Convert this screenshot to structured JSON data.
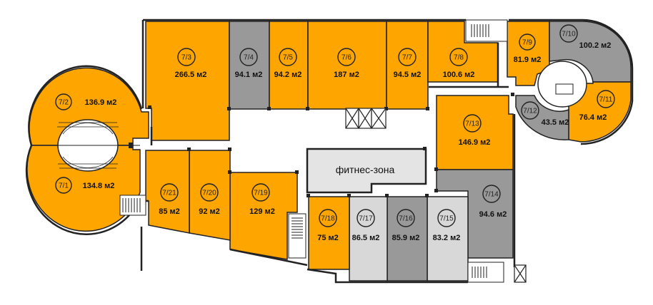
{
  "colors": {
    "available": "#ffa500",
    "occupied": "#999999",
    "reserved": "#d8d8d8",
    "amenity": "#e4e4e4",
    "outline": "#222222"
  },
  "amenity": {
    "label": "фитнес-зона"
  },
  "units": [
    {
      "code": "7/1",
      "area": "134.8 м2",
      "status": "available"
    },
    {
      "code": "7/2",
      "area": "136.9 м2",
      "status": "available"
    },
    {
      "code": "7/3",
      "area": "266.5 м2",
      "status": "available"
    },
    {
      "code": "7/4",
      "area": "94.1 м2",
      "status": "occupied"
    },
    {
      "code": "7/5",
      "area": "94.2 м2",
      "status": "available"
    },
    {
      "code": "7/6",
      "area": "187 м2",
      "status": "available"
    },
    {
      "code": "7/7",
      "area": "94.5 м2",
      "status": "available"
    },
    {
      "code": "7/8",
      "area": "100.6 м2",
      "status": "available"
    },
    {
      "code": "7/9",
      "area": "81.9 м2",
      "status": "available"
    },
    {
      "code": "7/10",
      "area": "100.2 м2",
      "status": "occupied"
    },
    {
      "code": "7/11",
      "area": "76.4 м2",
      "status": "available"
    },
    {
      "code": "7/12",
      "area": "43.5 м2",
      "status": "occupied"
    },
    {
      "code": "7/13",
      "area": "146.9 м2",
      "status": "available"
    },
    {
      "code": "7/14",
      "area": "94.6 м2",
      "status": "occupied"
    },
    {
      "code": "7/15",
      "area": "83.2 м2",
      "status": "reserved"
    },
    {
      "code": "7/16",
      "area": "85.9 м2",
      "status": "occupied"
    },
    {
      "code": "7/17",
      "area": "86.5 м2",
      "status": "reserved"
    },
    {
      "code": "7/18",
      "area": "75 м2",
      "status": "available"
    },
    {
      "code": "7/19",
      "area": "129 м2",
      "status": "available"
    },
    {
      "code": "7/20",
      "area": "92 м2",
      "status": "available"
    },
    {
      "code": "7/21",
      "area": "85 м2",
      "status": "available"
    }
  ]
}
